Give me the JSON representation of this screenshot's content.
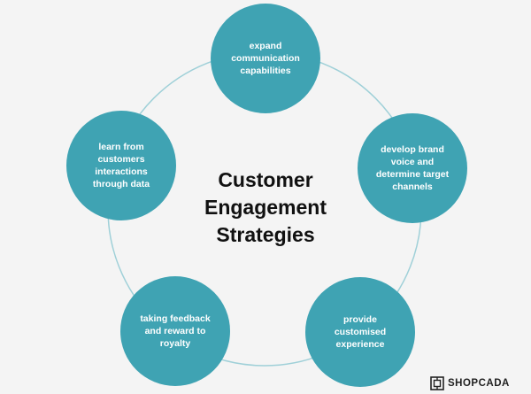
{
  "diagram": {
    "title": "Customer\nEngagement\nStrategies",
    "nodes": [
      {
        "id": "top",
        "label": "expand\ncommunication\ncapabilities"
      },
      {
        "id": "right",
        "label": "develop brand\nvoice and\ndetermine target\nchannels"
      },
      {
        "id": "bottom_right",
        "label": "provide\ncustomised\nexperience"
      },
      {
        "id": "bottom_left",
        "label": "taking feedback\nand reward to\nroyalty"
      },
      {
        "id": "left",
        "label": "learn from\ncustomers\ninteractions\nthrough data"
      }
    ],
    "colors": {
      "node_fill": "#3fa3b3",
      "ring_stroke": "#9fd0d8",
      "background": "#f4f4f4",
      "title_text": "#111111"
    }
  },
  "brand": {
    "name": "SHOPCADA",
    "icon": "shopcada-logo-icon"
  }
}
